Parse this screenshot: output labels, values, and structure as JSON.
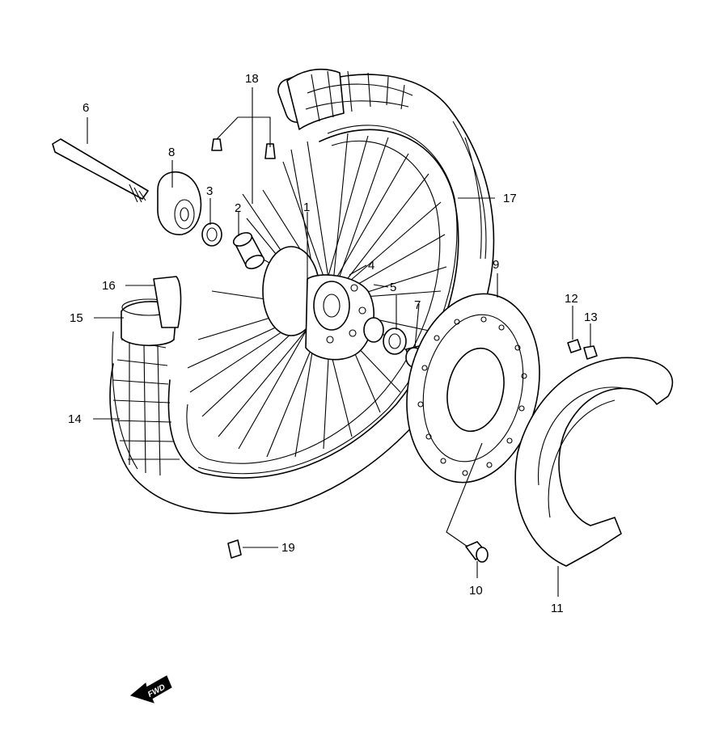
{
  "callouts": [
    {
      "id": "1",
      "label": "1"
    },
    {
      "id": "2",
      "label": "2"
    },
    {
      "id": "3",
      "label": "3"
    },
    {
      "id": "4",
      "label": "4"
    },
    {
      "id": "5",
      "label": "5"
    },
    {
      "id": "6",
      "label": "6"
    },
    {
      "id": "7",
      "label": "7"
    },
    {
      "id": "8",
      "label": "8"
    },
    {
      "id": "9",
      "label": "9"
    },
    {
      "id": "10",
      "label": "10"
    },
    {
      "id": "11",
      "label": "11"
    },
    {
      "id": "12",
      "label": "12"
    },
    {
      "id": "13",
      "label": "13"
    },
    {
      "id": "14",
      "label": "14"
    },
    {
      "id": "15",
      "label": "15"
    },
    {
      "id": "16",
      "label": "16"
    },
    {
      "id": "17",
      "label": "17"
    },
    {
      "id": "18",
      "label": "18"
    },
    {
      "id": "19",
      "label": "19"
    }
  ],
  "fwd_arrow": {
    "label": "FWD"
  }
}
